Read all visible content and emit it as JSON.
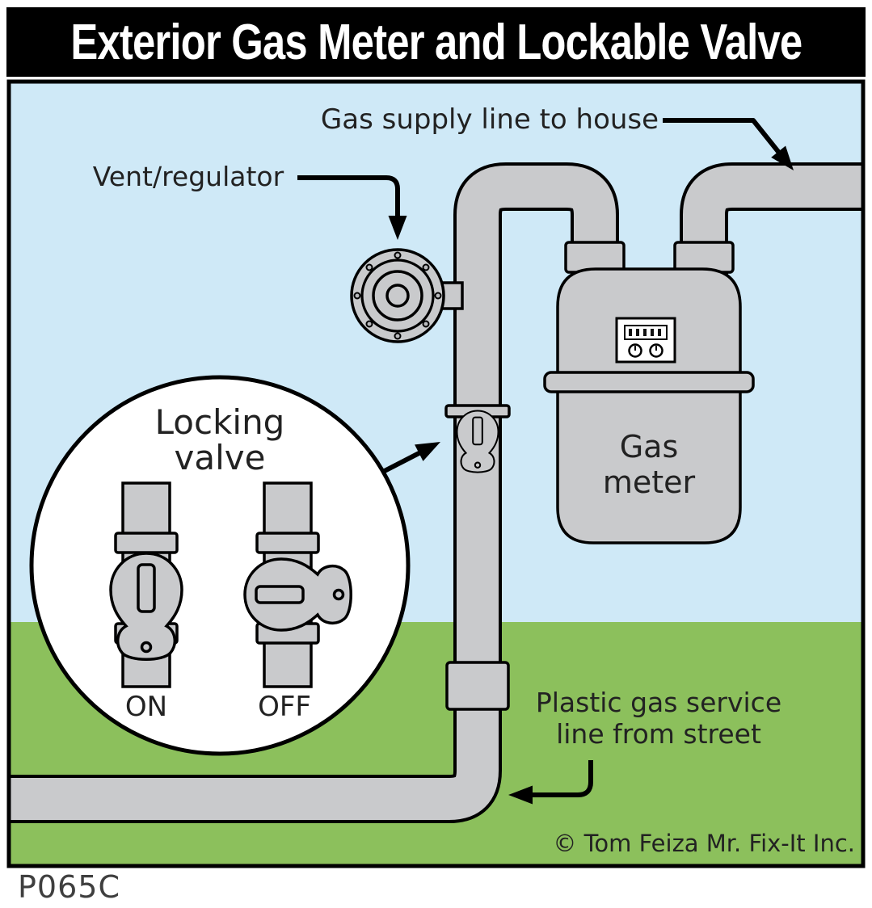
{
  "title_bar": {
    "title": "Exterior Gas Meter and Lockable Valve"
  },
  "diagram": {
    "labels": {
      "gas_supply": "Gas supply line to house",
      "vent_regulator": "Vent/regulator",
      "gas_meter": [
        "Gas",
        "meter"
      ],
      "service_line": [
        "Plastic gas service",
        "line from street"
      ]
    },
    "inset": {
      "heading": [
        "Locking",
        "valve"
      ],
      "valve_on": "ON",
      "valve_off": "OFF"
    },
    "copyright": "© Tom Feiza Mr. Fix-It Inc.",
    "figure_code": "P065C"
  },
  "colors": {
    "sky": "#cfe9f7",
    "ground": "#8cc05c",
    "pipe_gray": "#c9cacc",
    "outline": "#000000",
    "title_bg": "#000000",
    "title_text": "#ffffff",
    "label_text": "#222222"
  }
}
